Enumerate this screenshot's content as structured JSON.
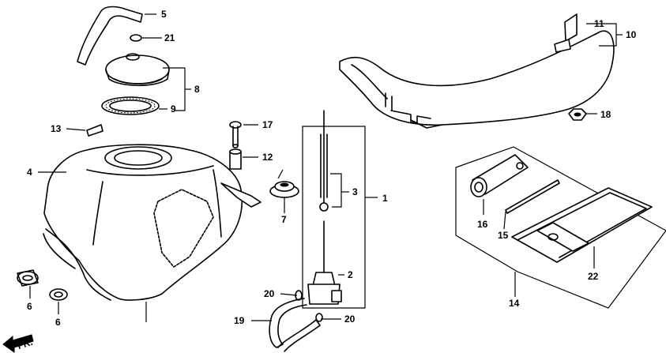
{
  "callouts": {
    "c1": "1",
    "c2": "2",
    "c3": "3",
    "c4": "4",
    "c5": "5",
    "c6a": "6",
    "c6b": "6",
    "c7": "7",
    "c8": "8",
    "c9": "9",
    "c10": "10",
    "c11": "11",
    "c12": "12",
    "c13": "13",
    "c14": "14",
    "c15": "15",
    "c16": "16",
    "c17": "17",
    "c18": "18",
    "c19": "19",
    "c20a": "20",
    "c20b": "20",
    "c21": "21",
    "c22": "22"
  },
  "front_arrow": "FR."
}
